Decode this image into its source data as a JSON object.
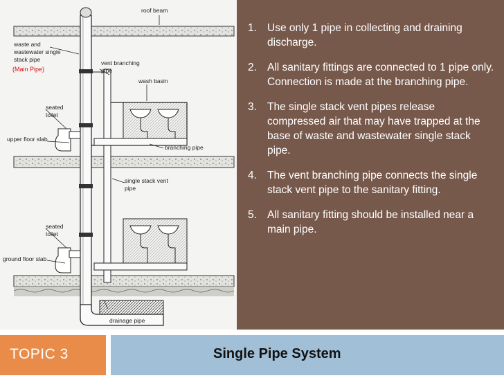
{
  "diagram": {
    "labels": {
      "roof_beam": "roof beam",
      "stack_pipe_line1": "waste and",
      "stack_pipe_line2": "wastewater single",
      "stack_pipe_line3": "stack pipe",
      "main_pipe": "(Main Pipe)",
      "vent_branching_line1": "vent branching",
      "vent_branching_line2": "pipe",
      "wash_basin": "wash basin",
      "seated_toilet_top_line1": "seated",
      "seated_toilet_top_line2": "toilet",
      "upper_floor_slab": "upper floor slab",
      "branching_pipe": "branching pipe",
      "vent_stack_line1": "single stack vent",
      "vent_stack_line2": "pipe",
      "seated_toilet_bottom_line1": "seated",
      "seated_toilet_bottom_line2": "toilet",
      "ground_floor_slab": "ground floor slab",
      "drainage_pipe": "drainage pipe"
    }
  },
  "steps": [
    {
      "num": "1.",
      "text": "Use only 1 pipe in collecting and draining discharge."
    },
    {
      "num": "2.",
      "text": "All sanitary fittings are connected to 1 pipe only. Connection is made at the branching pipe."
    },
    {
      "num": "3.",
      "text": "The single stack vent pipes release compressed air that may have trapped at the base of waste and wastewater single stack pipe."
    },
    {
      "num": "4.",
      "text": "The vent branching pipe connects the single stack vent pipe to the sanitary fitting."
    },
    {
      "num": "5.",
      "text": "All sanitary fitting should be installed near a main pipe."
    }
  ],
  "footer": {
    "topic": "TOPIC 3",
    "title": "Single Pipe System"
  },
  "colors": {
    "panel": "#77594c",
    "topic_box": "#e98c4a",
    "title_box": "#a1c0d7"
  }
}
